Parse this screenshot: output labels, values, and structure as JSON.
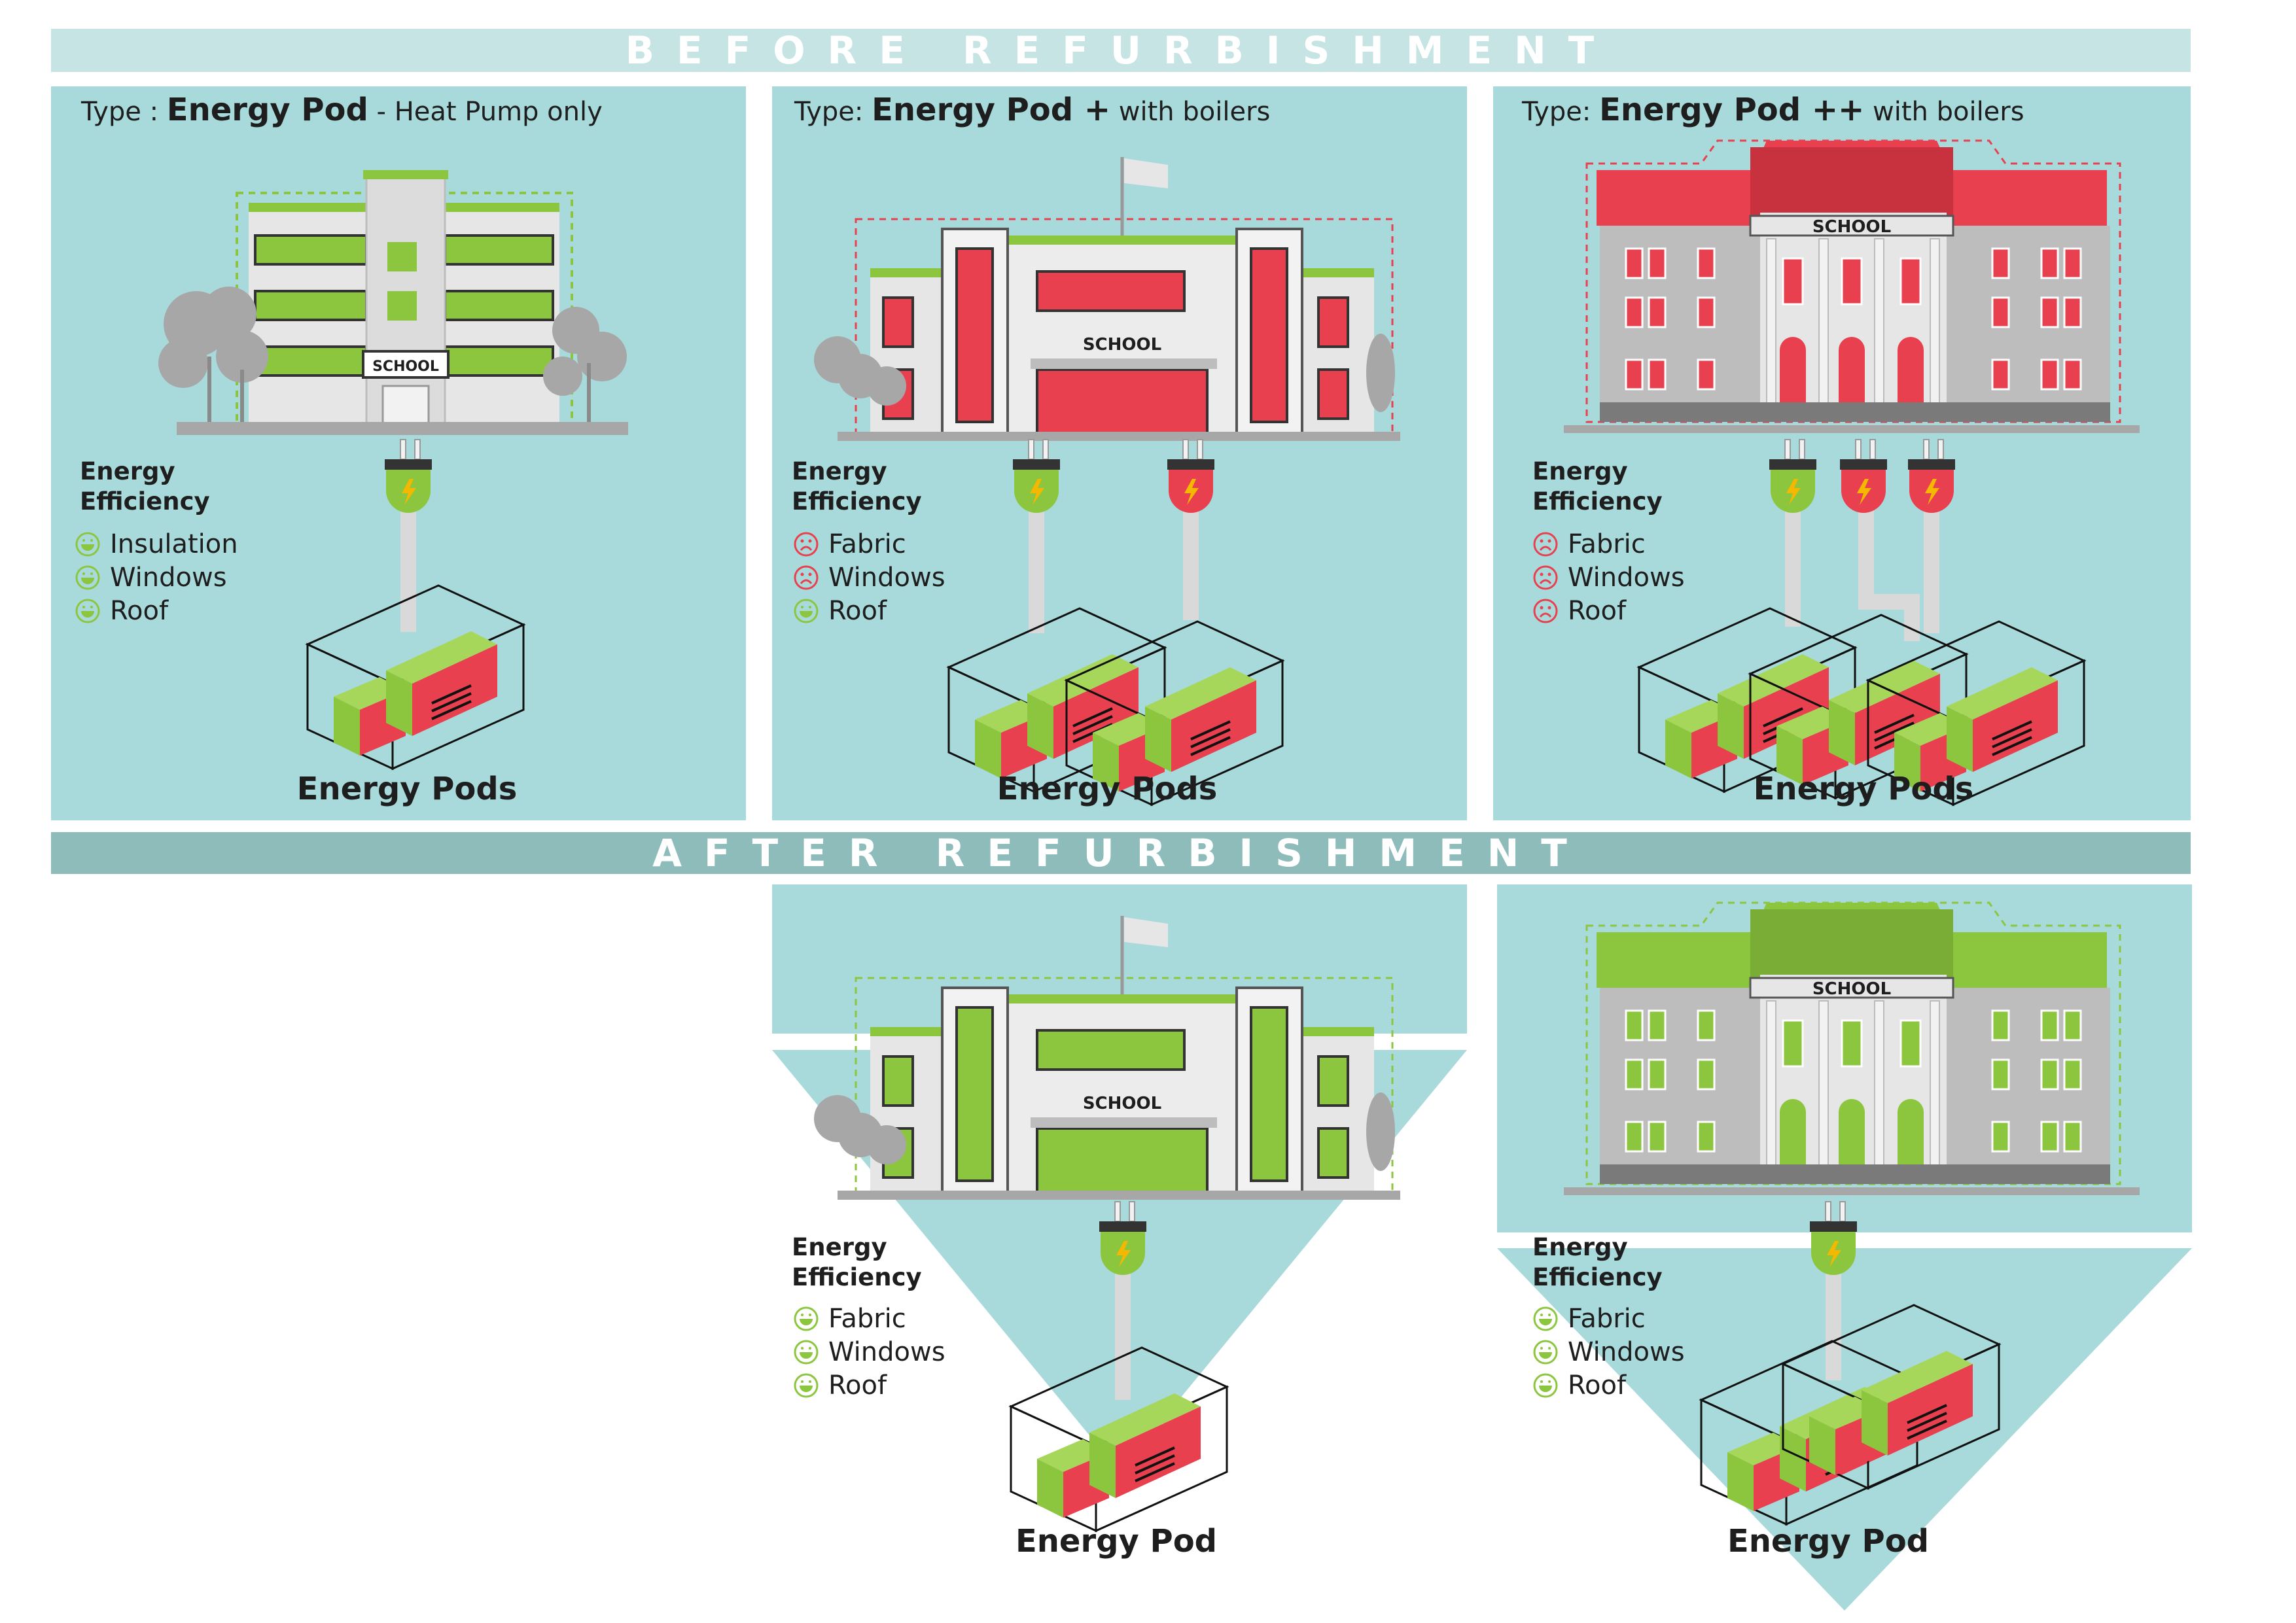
{
  "headers": {
    "before": "BEFORE REFURBISHMENT",
    "after": "AFTER REFURBISHMENT"
  },
  "colors": {
    "teal_panel": "#a8dadc",
    "green": "#8cc63f",
    "red": "#e8404e",
    "grey": "#bdbdbd"
  },
  "before": [
    {
      "type_prefix": "Type : ",
      "type_name": "Energy Pod",
      "type_suffix": " - Heat Pump only",
      "school_label": "SCHOOL",
      "efficiency_title_1": "Energy",
      "efficiency_title_2": "Efficiency",
      "efficiency": [
        {
          "label": "Insulation",
          "status": "happy"
        },
        {
          "label": "Windows",
          "status": "happy"
        },
        {
          "label": "Roof",
          "status": "happy"
        }
      ],
      "caption": "Energy Pods"
    },
    {
      "type_prefix": "Type:  ",
      "type_name": "Energy Pod +",
      "type_suffix": " with boilers",
      "school_label": "SCHOOL",
      "efficiency_title_1": "Energy",
      "efficiency_title_2": "Efficiency",
      "efficiency": [
        {
          "label": "Fabric",
          "status": "sad"
        },
        {
          "label": "Windows",
          "status": "sad"
        },
        {
          "label": "Roof",
          "status": "happy"
        }
      ],
      "caption": "Energy Pods"
    },
    {
      "type_prefix": "Type:  ",
      "type_name": "Energy Pod ++",
      "type_suffix": " with boilers",
      "school_label": "SCHOOL",
      "efficiency_title_1": "Energy",
      "efficiency_title_2": "Efficiency",
      "efficiency": [
        {
          "label": "Fabric",
          "status": "sad"
        },
        {
          "label": "Windows",
          "status": "sad"
        },
        {
          "label": "Roof",
          "status": "sad"
        }
      ],
      "caption": "Energy Pods"
    }
  ],
  "after": [
    {
      "school_label": "SCHOOL",
      "efficiency_title_1": "Energy",
      "efficiency_title_2": "Efficiency",
      "efficiency": [
        {
          "label": "Fabric",
          "status": "happy"
        },
        {
          "label": "Windows",
          "status": "happy"
        },
        {
          "label": "Roof",
          "status": "happy"
        }
      ],
      "caption": "Energy Pod"
    },
    {
      "school_label": "SCHOOL",
      "efficiency_title_1": "Energy",
      "efficiency_title_2": "Efficiency",
      "efficiency": [
        {
          "label": "Fabric",
          "status": "happy"
        },
        {
          "label": "Windows",
          "status": "happy"
        },
        {
          "label": "Roof",
          "status": "happy"
        }
      ],
      "caption": "Energy Pod"
    }
  ]
}
